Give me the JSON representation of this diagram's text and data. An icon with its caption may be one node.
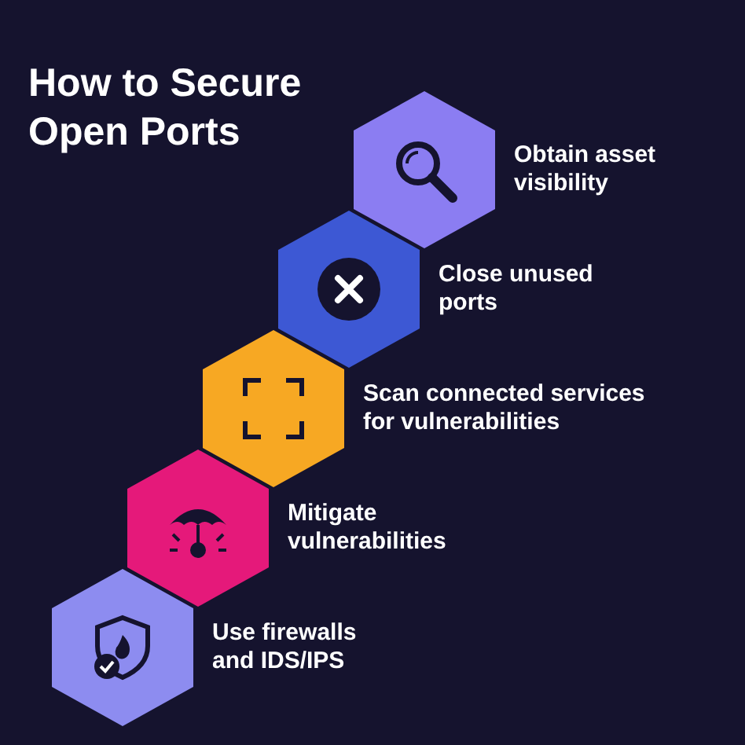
{
  "diagram": {
    "title": "How to Secure Open Ports",
    "nodes": [
      {
        "text": [],
        "shape": "hexagon",
        "beside": [
          "Obtain asset visibility"
        ]
      },
      {
        "text": [],
        "shape": "hexagon",
        "beside": [
          "Close unused ports"
        ]
      },
      {
        "text": [],
        "shape": "hexagon",
        "beside": [
          "Scan connected services for vulnerabilities"
        ]
      },
      {
        "text": [],
        "shape": "hexagon",
        "beside": [
          "Mitigate vulnerabilities"
        ]
      },
      {
        "text": [],
        "shape": "hexagon",
        "beside": [
          "Use firewalls and IDS/IPS"
        ]
      }
    ],
    "edges": []
  }
}
